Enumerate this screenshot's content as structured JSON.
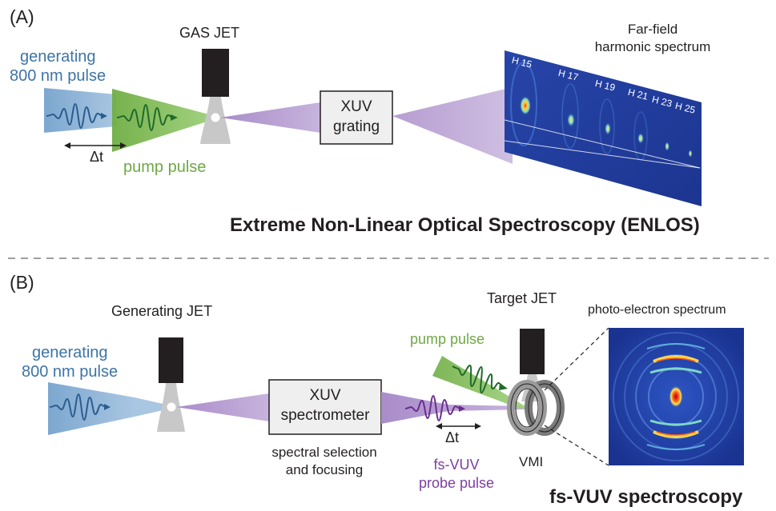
{
  "panel_a": {
    "tag": "(A)",
    "gas_jet": "GAS JET",
    "generating_line1": "generating",
    "generating_line2": "800 nm pulse",
    "delay": "Δt",
    "pump_pulse": "pump pulse",
    "xuv_box_line1": "XUV",
    "xuv_box_line2": "grating",
    "far_field_line1": "Far-field",
    "far_field_line2": "harmonic spectrum",
    "harmonics": [
      "H 15",
      "H 17",
      "H 19",
      "H 21",
      "H 23",
      "H 25"
    ],
    "title": "Extreme Non-Linear Optical Spectroscopy (ENLOS)"
  },
  "panel_b": {
    "tag": "(B)",
    "generating_jet": "Generating JET",
    "generating_line1": "generating",
    "generating_line2": "800 nm pulse",
    "xuv_box_line1": "XUV",
    "xuv_box_line2": "spectrometer",
    "spectral_line1": "spectral selection",
    "spectral_line2": "and focusing",
    "delay": "Δt",
    "probe_line1": "fs-VUV",
    "probe_line2": "probe pulse",
    "pump_pulse": "pump pulse",
    "target_jet": "Target JET",
    "vmi": "VMI",
    "pes": "photo-electron spectrum",
    "title": "fs-VUV spectroscopy"
  },
  "colors": {
    "blue": "#3d74a6",
    "green": "#6ea844",
    "purple": "#7b3fa0",
    "detector_bg": "#1f3c9c"
  }
}
